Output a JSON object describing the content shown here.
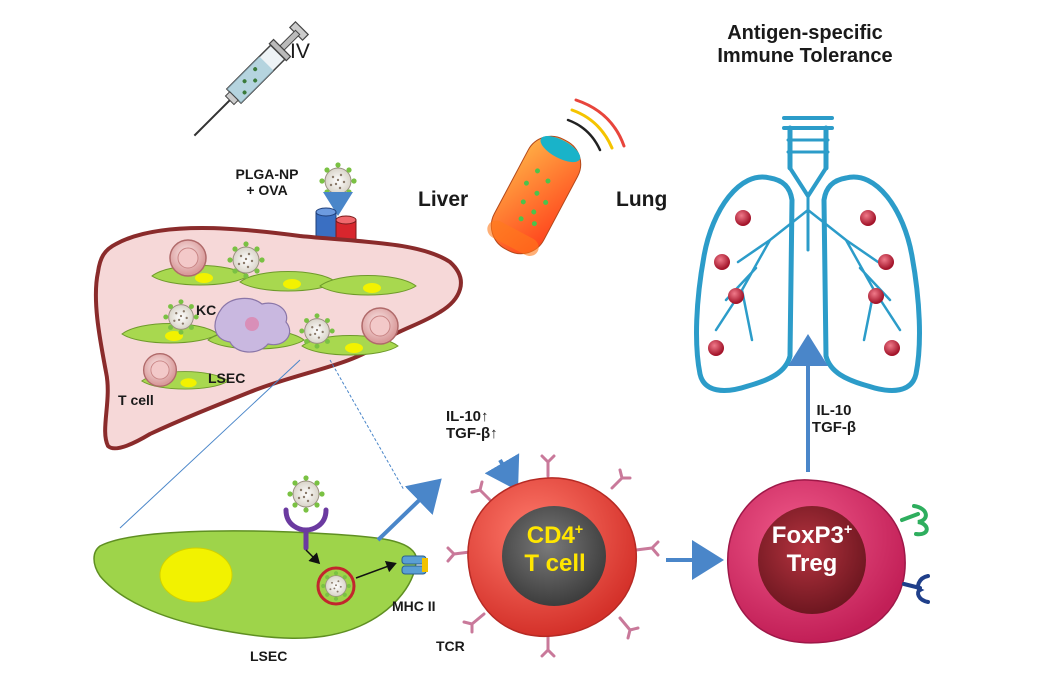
{
  "title": {
    "line1": "Antigen-specific",
    "line2": "Immune Tolerance"
  },
  "labels": {
    "iv": "IV",
    "nanoparticle_line1": "PLGA-NP",
    "nanoparticle_line2": "+ OVA",
    "liver": "Liver",
    "lung": "Lung",
    "kc": "KC",
    "lsec_in_liver": "LSEC",
    "t_cell": "T cell",
    "lsec_bottom": "LSEC",
    "mhc": "MHC II",
    "tcr": "TCR",
    "cytokines_left_line1": "IL-10↑",
    "cytokines_left_line2": "TGF-β↑",
    "cytokines_right_line1": "IL-10",
    "cytokines_right_line2": "TGF-β"
  },
  "cells": {
    "cd4_main": "CD4",
    "cd4_sup": "+",
    "cd4_line2": "T cell",
    "treg_main": "FoxP3",
    "treg_sup": "+",
    "treg_line2": "Treg"
  },
  "colors": {
    "liver_fill": "#f6d8d8",
    "liver_stroke": "#8a2b2b",
    "lsec_green": "#9ed44a",
    "nucleus_yellow": "#f2f200",
    "lung_stroke": "#2c9cc9",
    "cd4_red": "#e8453c",
    "cd4_core": "#555555",
    "treg_pink": "#d8336a",
    "treg_core": "#8e1f2b",
    "arrow_blue": "#4a86c9",
    "cd4_text": "#ffe600"
  }
}
